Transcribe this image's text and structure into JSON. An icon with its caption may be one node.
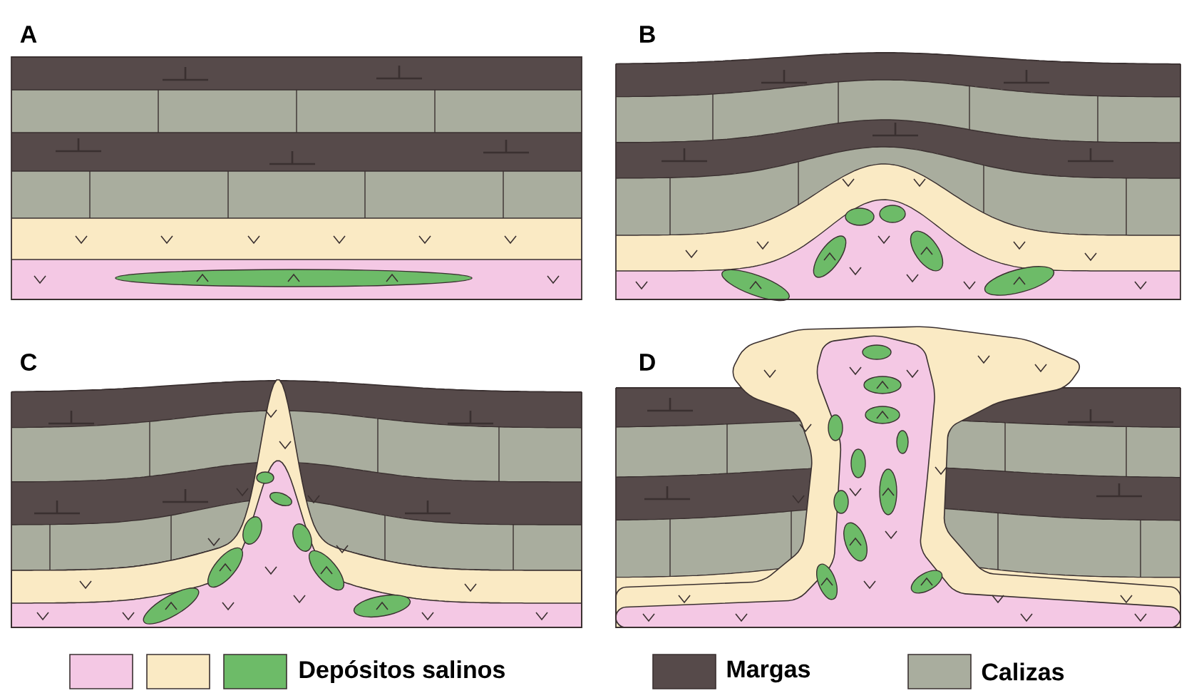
{
  "diagram": {
    "labels": [
      "A",
      "B",
      "C",
      "D"
    ],
    "legend": [
      {
        "text": "Depósitos salinos",
        "color": "#f4c8e4"
      },
      {
        "text": "Margas",
        "color": "#564a4a"
      },
      {
        "text": "Calizas",
        "color": "#a9ad9e"
      }
    ]
  }
}
